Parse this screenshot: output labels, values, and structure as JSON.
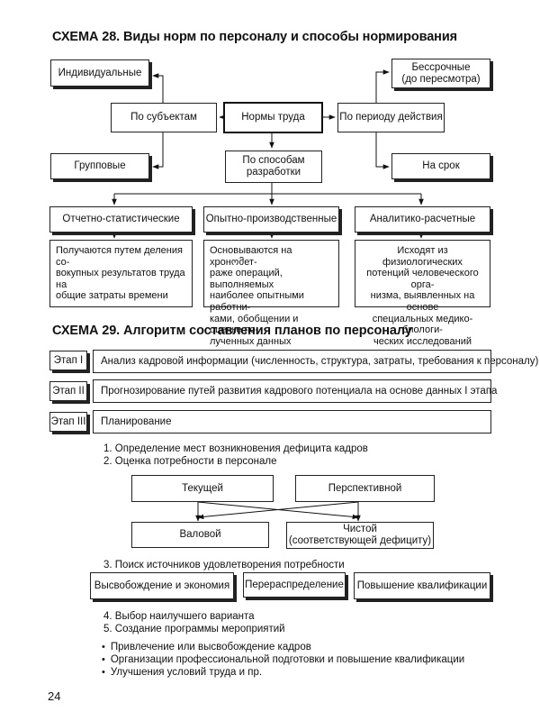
{
  "schema28": {
    "title": "СХЕМА 28.  Виды норм по персоналу и способы нормирования",
    "individual": "Индивидуальные",
    "group": "Групповые",
    "by_subject": "По субъектам",
    "labor_norms": "Нормы труда",
    "by_period": "По периоду действия",
    "indefinite": [
      "Бессрочные",
      "(до пересмотра)"
    ],
    "term": "На срок",
    "dev_method": [
      "По способам",
      "разработки"
    ],
    "methods": [
      {
        "name": "Отчетно-статистические",
        "desc": [
          "Получаются путем деления со-",
          "вокупных результатов труда на",
          "общие затраты времени"
        ]
      },
      {
        "name": "Опытно-производственные",
        "desc": [
          "Основываются на хронომет-",
          "раже операций, выполняемых",
          "наиболее опытными работни-",
          "ками, обобщении и оценке по-",
          "лученных данных"
        ]
      },
      {
        "name": "Аналитико-расчетные",
        "desc": [
          "Исходят из физиологических",
          "потенций человеческого орга-",
          "низма, выявленных на основе",
          "специальных медико-биологи-",
          "ческих исследований"
        ]
      }
    ]
  },
  "schema29": {
    "title": "СХЕМА 29.  Алгоритм составления планов по персоналу",
    "stages": [
      {
        "label": "Этап I",
        "text": "Анализ кадровой информации (численность, структура, затраты, требования к персоналу)"
      },
      {
        "label": "Этап II",
        "text": "Прогнозирование путей развития кадрового потенциала на основе данных I этапа"
      },
      {
        "label": "Этап III",
        "text": "Планирование"
      }
    ],
    "steps_a": [
      "1. Определение мест возникновения дефицита кадров",
      "2. Оценка потребности в персонале"
    ],
    "current": "Текущей",
    "perspective": "Перспективной",
    "gross": "Валовой",
    "net": [
      "Чистой",
      "(соответствующей  дефициту)"
    ],
    "step3": "3. Поиск источников удовлетворения потребности",
    "sources": [
      "Высвобождение и экономия",
      "Перераспределение",
      "Повышение квалификации"
    ],
    "steps_b": [
      "4. Выбор наилучшего варианта",
      "5. Создание программы мероприятий"
    ],
    "bullets": [
      "Привлечение или высвобождение кадров",
      "Организации профессиональной подготовки и повышение квалификации",
      "Улучшения условий труда и пр."
    ]
  },
  "page_number": "24"
}
